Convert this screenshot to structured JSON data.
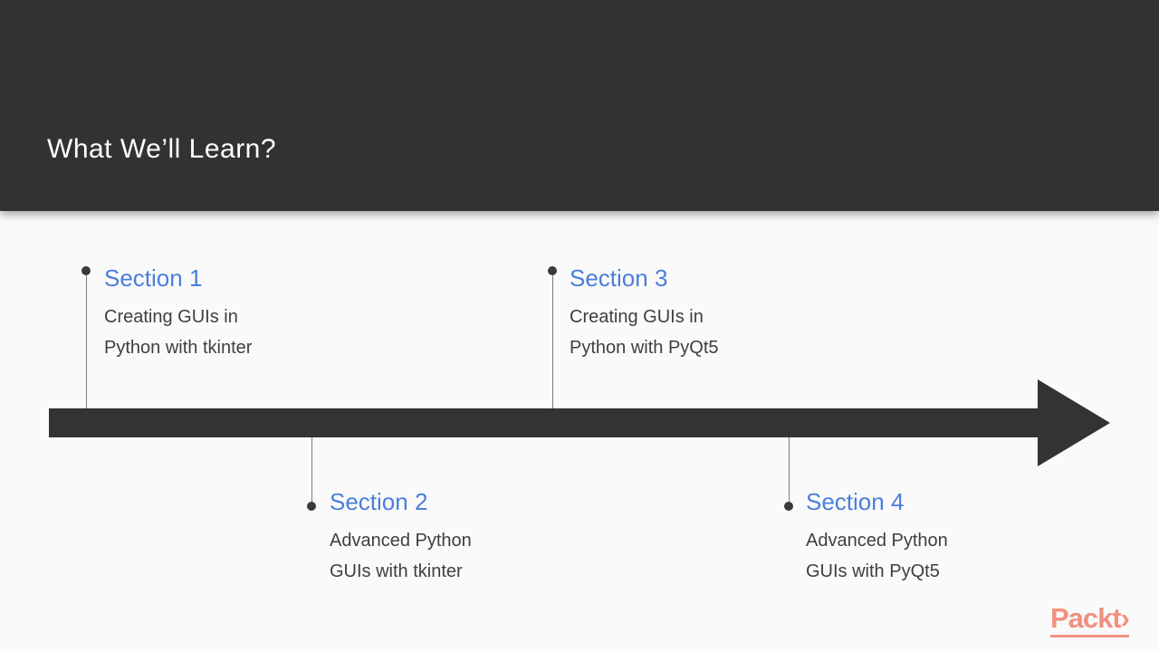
{
  "header": {
    "title": "What We’ll Learn?"
  },
  "sections": [
    {
      "title": "Section 1",
      "desc_line1": "Creating GUIs in",
      "desc_line2": "Python with tkinter",
      "position": "above-timeline"
    },
    {
      "title": "Section 2",
      "desc_line1": "Advanced Python",
      "desc_line2": "GUIs with tkinter",
      "position": "below-timeline"
    },
    {
      "title": "Section 3",
      "desc_line1": "Creating GUIs in",
      "desc_line2": "Python with PyQt5",
      "position": "above-timeline"
    },
    {
      "title": "Section 4",
      "desc_line1": "Advanced Python",
      "desc_line2": "GUIs with PyQt5",
      "position": "below-timeline"
    }
  ],
  "timeline": {
    "shape": "right-arrow",
    "milestone_count": 4
  },
  "footer": {
    "brand": "Packt›"
  },
  "colors": {
    "header_bg": "#323232",
    "arrow": "#333333",
    "accent_blue": "#4a7edc",
    "body_text": "#3f3f3f",
    "background": "#fafafa",
    "connector_gray": "#7d7d7d",
    "brand_coral": "#f2917e"
  }
}
